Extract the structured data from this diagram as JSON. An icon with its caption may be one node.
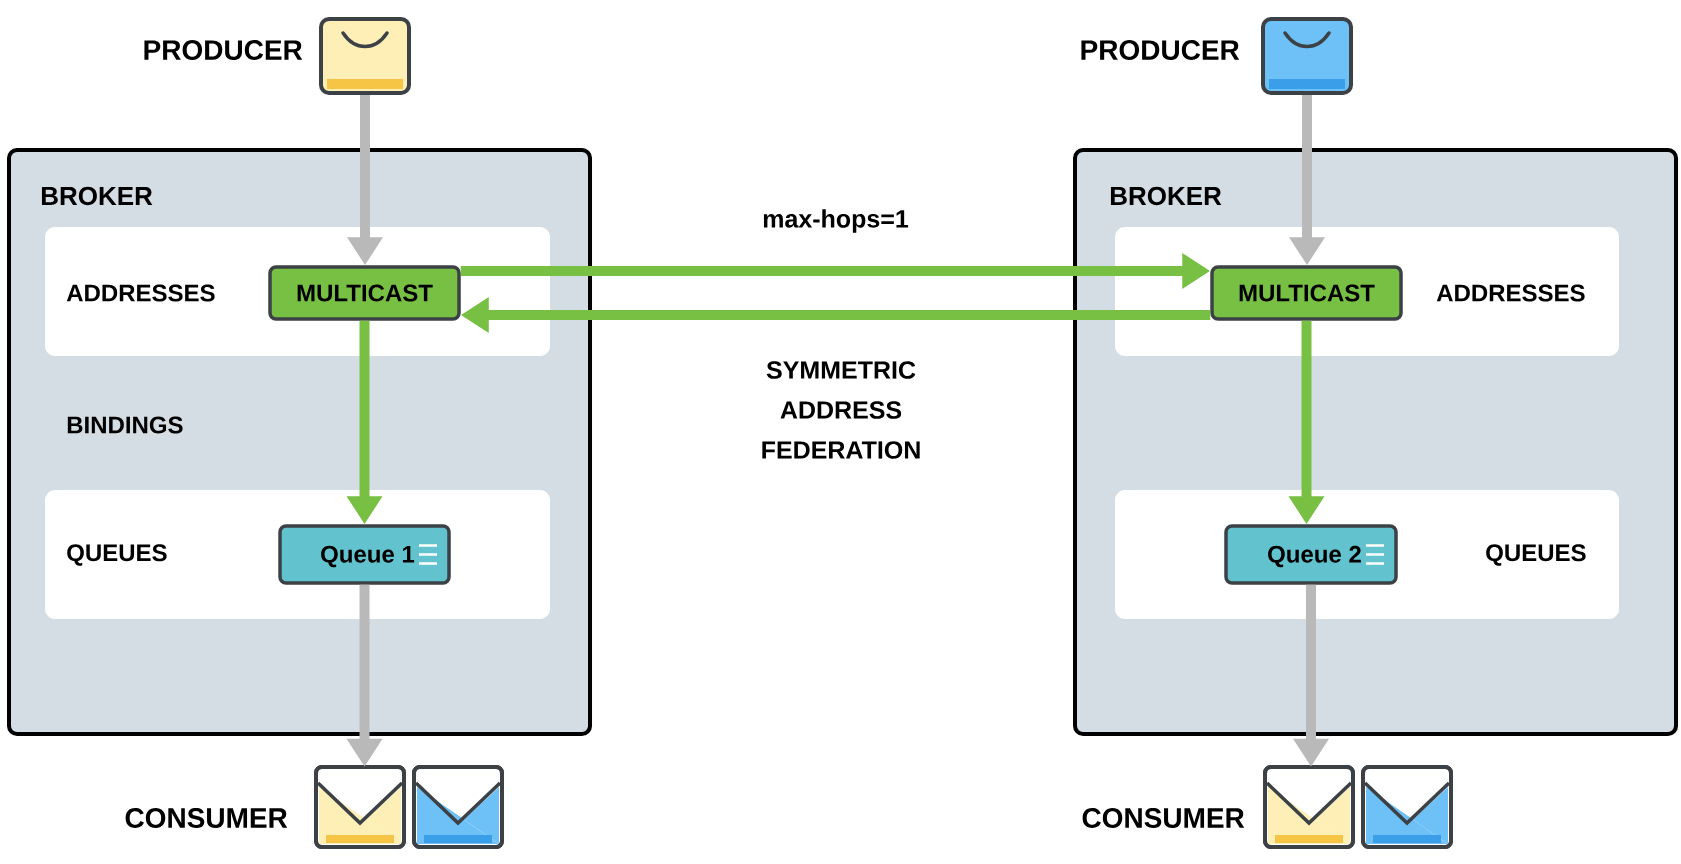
{
  "diagram": {
    "nodes": [
      {
        "text": [
          "PRODUCER"
        ]
      },
      {
        "text": [
          "BROKER"
        ]
      },
      {
        "text": [
          "ADDRESSES"
        ],
        "in": 1
      },
      {
        "text": [
          "MULTICAST"
        ],
        "in": 2
      },
      {
        "text": [
          "QUEUES"
        ],
        "in": 1
      },
      {
        "text": [
          "Queue 1"
        ],
        "in": 4
      },
      {
        "text": [
          "CONSUMER"
        ]
      },
      {
        "text": [
          "PRODUCER"
        ]
      },
      {
        "text": [
          "BROKER"
        ]
      },
      {
        "text": [
          "ADDRESSES"
        ],
        "in": 8
      },
      {
        "text": [
          "MULTICAST"
        ],
        "in": 9
      },
      {
        "text": [
          "QUEUES"
        ],
        "in": 8
      },
      {
        "text": [
          "Queue 2"
        ],
        "in": 11
      },
      {
        "text": [
          "CONSUMER"
        ]
      }
    ],
    "edges": [
      {
        "from": 0,
        "to": 3,
        "arrow": "to",
        "color": "#b9b9b9"
      },
      {
        "from": 3,
        "to": 5,
        "arrow": "to",
        "color": "#77c043"
      },
      {
        "from": 5,
        "to": 6,
        "arrow": "to",
        "color": "#b9b9b9"
      },
      {
        "from": 7,
        "to": 10,
        "arrow": "to",
        "color": "#b9b9b9"
      },
      {
        "from": 10,
        "to": 12,
        "arrow": "to",
        "color": "#77c043"
      },
      {
        "from": 12,
        "to": 13,
        "arrow": "to",
        "color": "#b9b9b9"
      },
      {
        "from": 3,
        "to": 10,
        "arrow": "to",
        "color": "#77c043",
        "label": "max-hops=1"
      },
      {
        "from": 10,
        "to": 3,
        "arrow": "to",
        "color": "#77c043"
      }
    ],
    "labels": [
      "BINDINGS",
      "SYMMETRIC ADDRESS FEDERATION"
    ]
  }
}
